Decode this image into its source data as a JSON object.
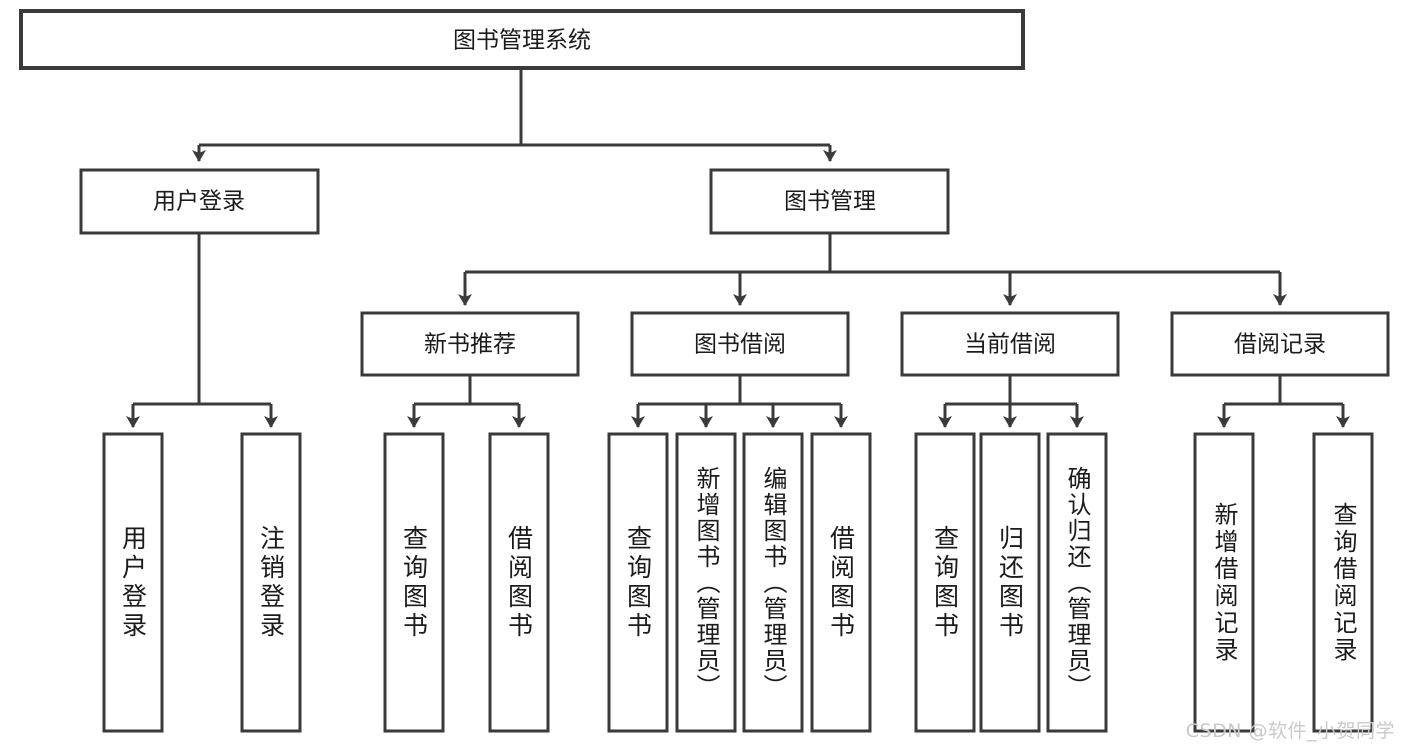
{
  "diagram": {
    "type": "tree",
    "title": "图书管理系统",
    "root": {
      "label": "图书管理系统"
    },
    "level2": [
      {
        "label": "用户登录"
      },
      {
        "label": "图书管理"
      }
    ],
    "level3": [
      {
        "label": "新书推荐"
      },
      {
        "label": "图书借阅"
      },
      {
        "label": "当前借阅"
      },
      {
        "label": "借阅记录"
      }
    ],
    "leaves": {
      "user_login": [
        {
          "label": "用户登录"
        },
        {
          "label": "注销登录"
        }
      ],
      "new_book_recommend": [
        {
          "label": "查询图书"
        },
        {
          "label": "借阅图书"
        }
      ],
      "book_borrow": [
        {
          "label": "查询图书"
        },
        {
          "label": "新增图书（管理员）"
        },
        {
          "label": "编辑图书（管理员）"
        },
        {
          "label": "借阅图书"
        }
      ],
      "current_borrow": [
        {
          "label": "查询图书"
        },
        {
          "label": "归还图书"
        },
        {
          "label": "确认归还（管理员）"
        }
      ],
      "borrow_record": [
        {
          "label": "新增借阅记录"
        },
        {
          "label": "查询借阅记录"
        }
      ]
    },
    "colors": {
      "stroke": "#3a3a3a",
      "fill": "#ffffff",
      "text": "#1b1b1b",
      "watermark": "#c9c9c9",
      "background": "#ffffff"
    }
  },
  "watermark": {
    "text": "CSDN @软件_小贺同学"
  }
}
